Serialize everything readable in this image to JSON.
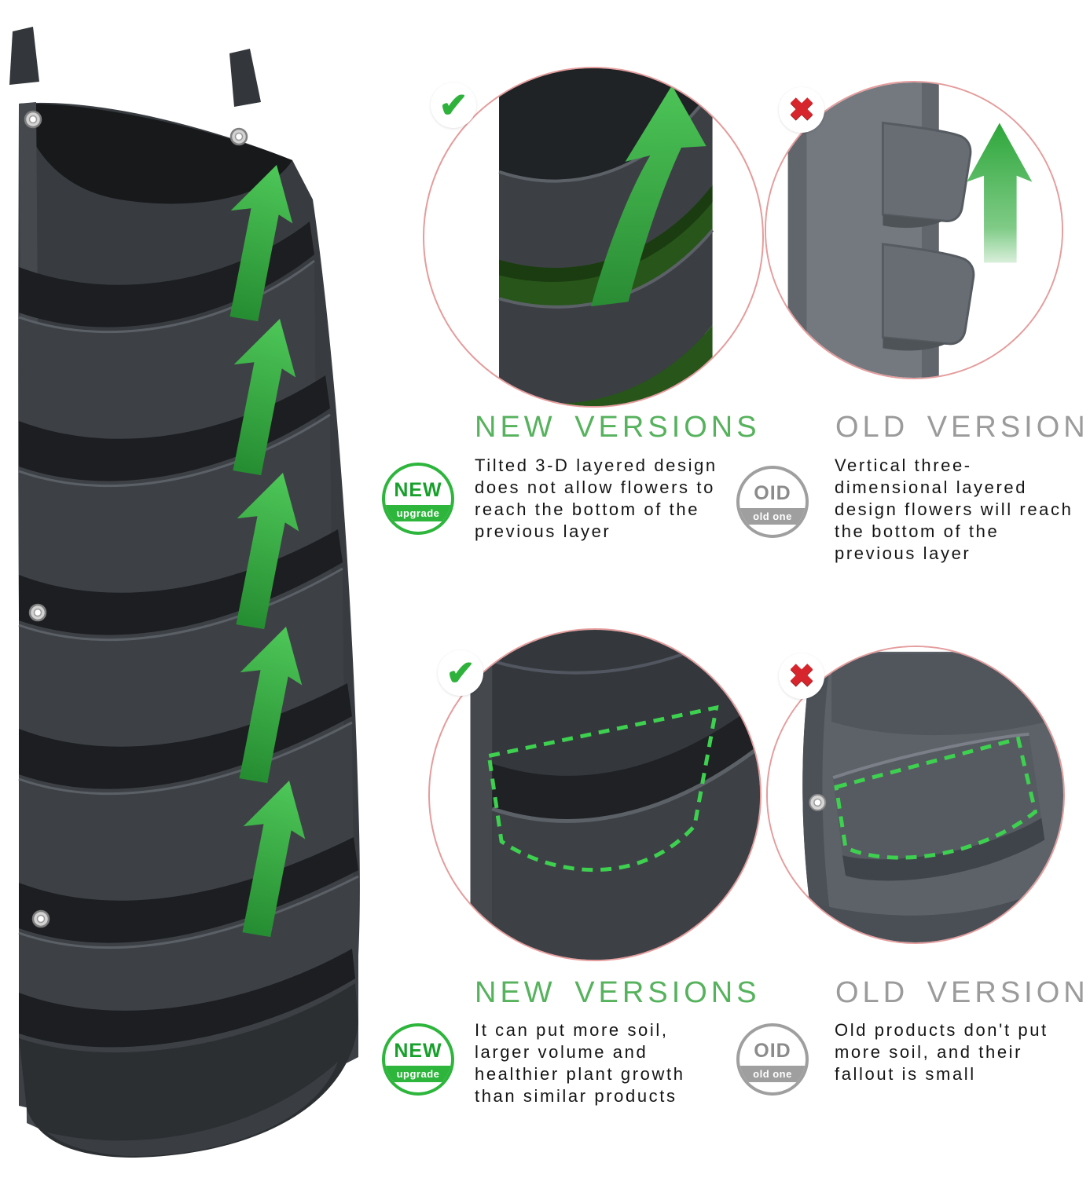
{
  "colors": {
    "new_green": "#57b25e",
    "badge_green": "#2db53c",
    "old_gray": "#9b9b9b",
    "arrow_green": "#3aa845",
    "ring_red": "#e59c9c",
    "planter_dark": "#3a3e42"
  },
  "icons": {
    "check": "✔",
    "cross": "✖"
  },
  "comparisons": [
    {
      "id": "layer-design",
      "new": {
        "heading": "NEW VERSIONS",
        "badge_top": "NEW",
        "badge_bottom": "upgrade",
        "description": "Tilted 3-D layered design does not allow flowers to reach the bottom of the previous layer"
      },
      "old": {
        "heading": "OLD VERSION",
        "badge_top": "OID",
        "badge_bottom": "old one",
        "description": "Vertical three-dimensional layered design flowers will reach the bottom of the previous layer"
      }
    },
    {
      "id": "soil-volume",
      "new": {
        "heading": "NEW VERSIONS",
        "badge_top": "NEW",
        "badge_bottom": "upgrade",
        "description": "It can put more soil, larger volume and healthier plant growth than similar products"
      },
      "old": {
        "heading": "OLD VERSION",
        "badge_top": "OID",
        "badge_bottom": "old one",
        "description": "Old products don't put more soil, and their fallout is small"
      }
    }
  ]
}
